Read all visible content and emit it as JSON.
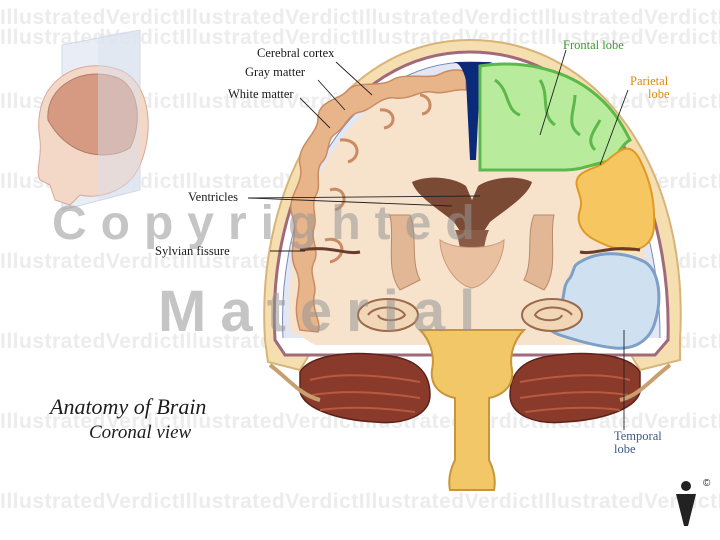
{
  "title": "Anatomy of Brain",
  "subtitle": "Coronal view",
  "labels": {
    "cerebral_cortex": "Cerebral cortex",
    "gray_matter": "Gray matter",
    "white_matter": "White matter",
    "ventricles": "Ventricles",
    "sylvian_fissure": "Sylvian fissure",
    "frontal_lobe": "Frontal lobe",
    "parietal_lobe_1": "Parietal",
    "parietal_lobe_2": "lobe",
    "temporal_lobe_1": "Temporal",
    "temporal_lobe_2": "lobe"
  },
  "watermark": {
    "tile": "IllustratedVerdictIllustratedVerdictIllustratedVerdictIllustratedVerdictIllustratedVerdict",
    "copyright_word": "Copyrighted",
    "material_word": "Material"
  },
  "logo": {
    "copyright_symbol": "©"
  },
  "colors": {
    "frontal_lobe": "#b8ec9c",
    "parietal_lobe": "#f6c660",
    "temporal_lobe": "#cfe0f0",
    "cortex": "#e9b889",
    "white_matter": "#f7e2cc",
    "ventricle": "#7a4a34",
    "brainstem": "#f2c768",
    "cerebellum": "#8a3a2a",
    "fissure": "#0b2a7a"
  }
}
